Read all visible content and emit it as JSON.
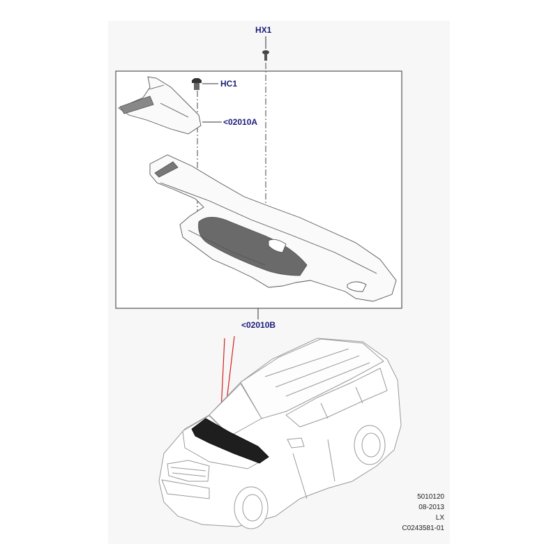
{
  "callouts": {
    "hx1": "HX1",
    "hc1": "HC1",
    "part_a": "<02010A",
    "part_b": "<02010B"
  },
  "meta": {
    "line1": "5010120",
    "line2": "08-2013",
    "line3": "LX",
    "line4": "C0243581-01"
  },
  "colors": {
    "callout_text": "#1c1c7a",
    "leader_red": "#d42020",
    "line_art": "#555555",
    "sheet_bg": "#f7f7f7"
  }
}
